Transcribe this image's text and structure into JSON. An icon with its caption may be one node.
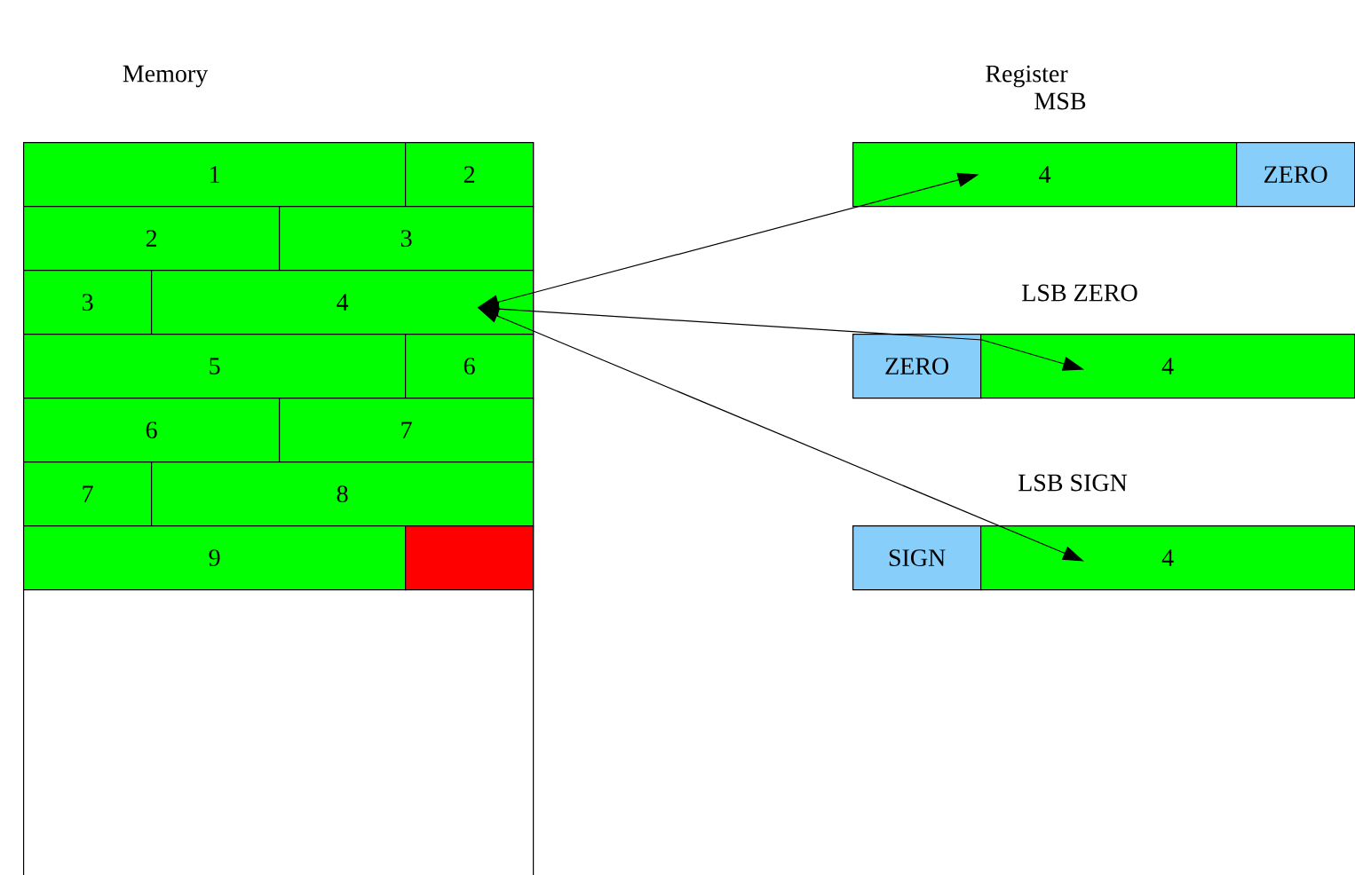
{
  "diagram": {
    "nodes": [
      {
        "text": [
          "Memory"
        ]
      },
      {
        "text": [
          "1"
        ],
        "in": 0
      },
      {
        "text": [
          "2"
        ],
        "in": 0
      },
      {
        "text": [
          "2"
        ],
        "in": 0
      },
      {
        "text": [
          "3"
        ],
        "in": 0
      },
      {
        "text": [
          "3"
        ],
        "in": 0
      },
      {
        "text": [
          "4"
        ],
        "in": 0
      },
      {
        "text": [
          "5"
        ],
        "in": 0
      },
      {
        "text": [
          "6"
        ],
        "in": 0
      },
      {
        "text": [
          "6"
        ],
        "in": 0
      },
      {
        "text": [
          "7"
        ],
        "in": 0
      },
      {
        "text": [
          "7"
        ],
        "in": 0
      },
      {
        "text": [
          "8"
        ],
        "in": 0
      },
      {
        "text": [
          "9"
        ],
        "in": 0
      },
      {
        "text": [],
        "shape": "box",
        "in": 0
      },
      {
        "text": [
          "4"
        ]
      },
      {
        "text": [
          "ZERO"
        ]
      },
      {
        "text": [
          "ZERO"
        ]
      },
      {
        "text": [
          "4"
        ]
      },
      {
        "text": [
          "SIGN"
        ]
      },
      {
        "text": [
          "4"
        ]
      }
    ],
    "edges": [
      {
        "from": 6,
        "to": 15,
        "arrow": "both"
      },
      {
        "from": 6,
        "to": 18,
        "arrow": "both"
      },
      {
        "from": 6,
        "to": 20,
        "arrow": "both"
      }
    ],
    "labels": [
      "Register",
      "MSB",
      "LSB ZERO",
      "LSB SIGN"
    ]
  }
}
